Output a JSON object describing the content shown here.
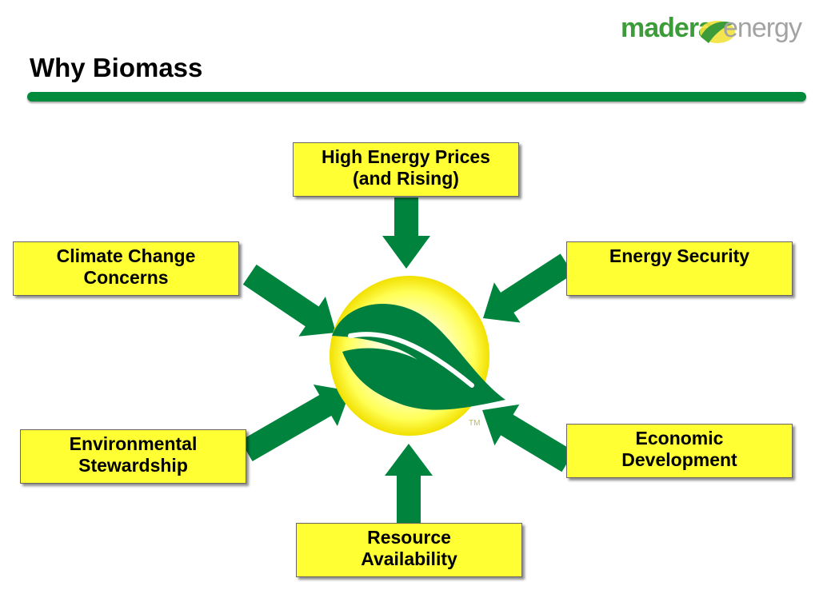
{
  "slide": {
    "title": "Why Biomass",
    "logo": {
      "left_text": "madera",
      "right_text": "energy"
    },
    "center_mark": "TM"
  },
  "diagram": {
    "nodes": [
      {
        "id": "top",
        "lines": [
          "High Energy Prices",
          "(and Rising)"
        ]
      },
      {
        "id": "left_upper",
        "lines": [
          "Climate Change",
          "Concerns"
        ]
      },
      {
        "id": "right_upper",
        "lines": [
          "Energy Security"
        ]
      },
      {
        "id": "left_lower",
        "lines": [
          "Environmental",
          "Stewardship"
        ]
      },
      {
        "id": "right_lower",
        "lines": [
          "Economic",
          "Development"
        ]
      },
      {
        "id": "bottom",
        "lines": [
          "Resource",
          "Availability"
        ]
      }
    ],
    "colors": {
      "box_fill": "#ffff33",
      "arrow": "#00843d",
      "accent_bar": "#008a3c",
      "leaf": "#00803f",
      "sun": "#ffff66"
    }
  }
}
